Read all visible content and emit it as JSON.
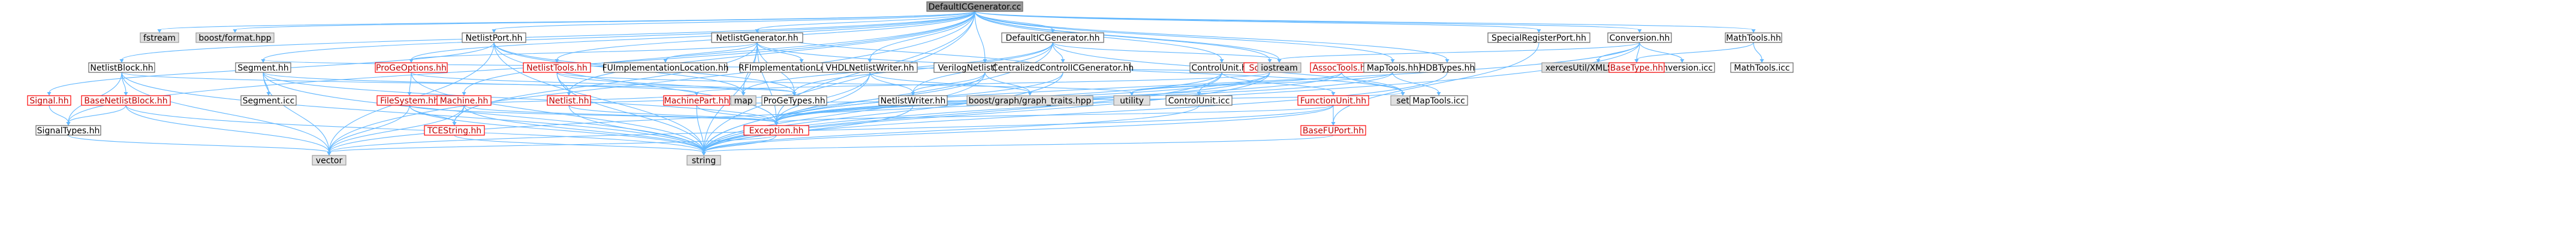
{
  "graph_title": "Include dependency graph",
  "colors": {
    "edge": "#63b8ff",
    "root_fill": "#999999",
    "root_border": "#666666",
    "local_fill": "#ffffff",
    "local_border": "#666666",
    "missing_border": "#ff0000",
    "system_fill": "#e0e0e0",
    "system_border": "#999999",
    "text_default": "#000000",
    "text_missing": "#bf0000"
  },
  "nodes": {
    "root": "DefaultICGenerator.cc",
    "fstream": "fstream",
    "format": "boost/format.hpp",
    "netlistport_hh": "NetlistPort.hh",
    "netlistgen_hh": "NetlistGenerator.hh",
    "defaulticgen_hh": "DefaultICGenerator.hh",
    "specialreg_hh": "SpecialRegisterPort.hh",
    "conversion_hh": "Conversion.hh",
    "mathtools_hh": "MathTools.hh",
    "netlistblock_hh": "NetlistBlock.hh",
    "segment_hh": "Segment.hh",
    "progeoptions_hh": "ProGeOptions.hh",
    "netlisttools_hh": "NetlistTools.hh",
    "fuimpl_hh": "FUImplementationLocation.hh",
    "rfimpl_hh": "RFImplementationLocation.hh",
    "vhdlwriter_hh": "VHDLNetlistWriter.hh",
    "verilogwriter_hh": "VerilogNetlistWriter.hh",
    "centralized_hh": "CentralizedControlICGenerator.hh",
    "controlunit_hh": "ControlUnit.hh",
    "socket_hh": "Socket.hh",
    "iostream": "iostream",
    "assoctools_hh": "AssocTools.hh",
    "maptools_hh": "MapTools.hh",
    "hdbtypes_hh": "HDBTypes.hh",
    "xercesutil": "xercesUtil/XMLString.hpp",
    "conversion_icc": "Conversion.icc",
    "basetype_hh": "BaseType.hh",
    "mathtools_icc": "MathTools.icc",
    "signal_hh": "Signal.hh",
    "basenetlistblock_hh": "BaseNetlistBlock.hh",
    "segment_icc": "Segment.icc",
    "filesystem_hh": "FileSystem.hh",
    "machine_hh": "Machine.hh",
    "netlist_hh": "Netlist.hh",
    "machinepart_hh": "MachinePart.hh",
    "progetypes_hh": "ProGeTypes.hh",
    "map": "map",
    "netlistwriter_hh": "NetlistWriter.hh",
    "graph_traits": "boost/graph/graph_traits.hpp",
    "utility": "utility",
    "controlunit_icc": "ControlUnit.icc",
    "functionunit_hh": "FunctionUnit.hh",
    "set": "set",
    "maptools_icc": "MapTools.icc",
    "signaltypes_hh": "SignalTypes.hh",
    "tcestring_hh": "TCEString.hh",
    "exception_hh": "Exception.hh",
    "basefuport_hh": "BaseFUPort.hh",
    "vector": "vector",
    "string": "string"
  }
}
